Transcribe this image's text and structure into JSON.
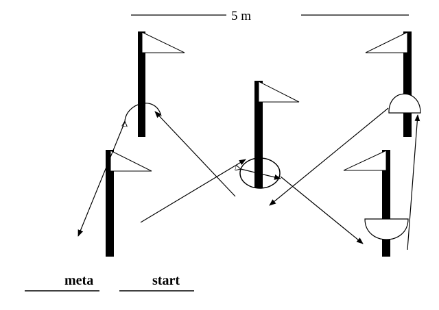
{
  "diagram": {
    "scale_label": "5 m",
    "labels": {
      "finish": "meta",
      "start": "start"
    },
    "colors": {
      "ink": "#000000",
      "background": "#ffffff"
    }
  }
}
